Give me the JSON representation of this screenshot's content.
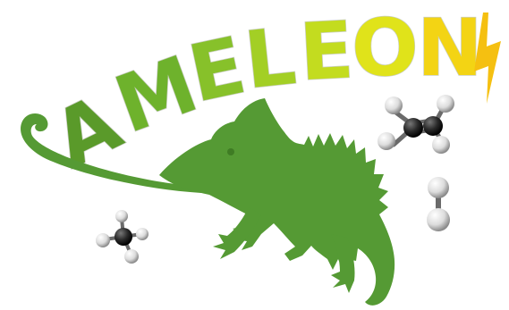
{
  "logo": {
    "letters": [
      "A",
      "M",
      "E",
      "L",
      "E",
      "O",
      "N"
    ],
    "letter_colors": [
      "#5a9a2a",
      "#6eb22c",
      "#87c12a",
      "#a3cf25",
      "#c3dc1f",
      "#e0e31a",
      "#f3d414"
    ],
    "lightning_color": "#f5c011",
    "chameleon_color": "#559a34",
    "atom_carbon_color": "#2a2a2a",
    "atom_hydrogen_color": "#e8e8e8",
    "bond_color": "#6a6a6a"
  },
  "molecules": [
    {
      "name": "ethylene",
      "icon": "ethylene-molecule-icon"
    },
    {
      "name": "hydrogen",
      "icon": "hydrogen-molecule-icon"
    },
    {
      "name": "methane",
      "icon": "methane-molecule-icon"
    }
  ]
}
